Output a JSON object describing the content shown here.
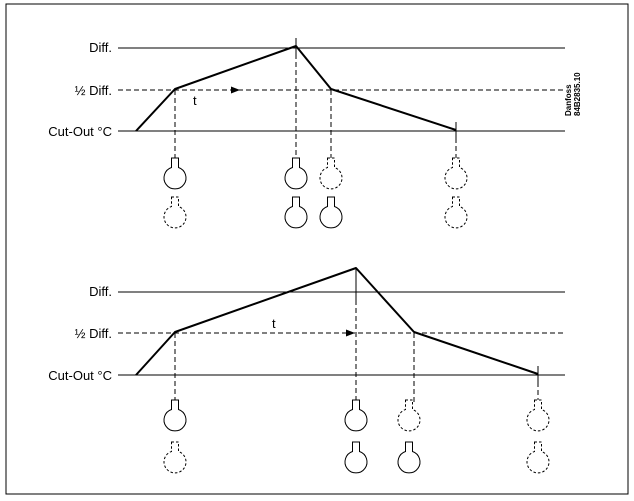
{
  "labels": {
    "diff": "Diff.",
    "half_diff": "½ Diff.",
    "cut_out": "Cut-Out °C",
    "time": "t",
    "side_line1": "Danfoss",
    "side_line2": "84B2835.10"
  },
  "panels": [
    {
      "id": "top",
      "lamp_rows": [
        [
          "on",
          "on",
          "off",
          "off"
        ],
        [
          "off",
          "on",
          "on",
          "off"
        ]
      ]
    },
    {
      "id": "bottom",
      "lamp_rows": [
        [
          "on",
          "on",
          "off",
          "off"
        ],
        [
          "off",
          "on",
          "on",
          "off"
        ]
      ]
    }
  ]
}
